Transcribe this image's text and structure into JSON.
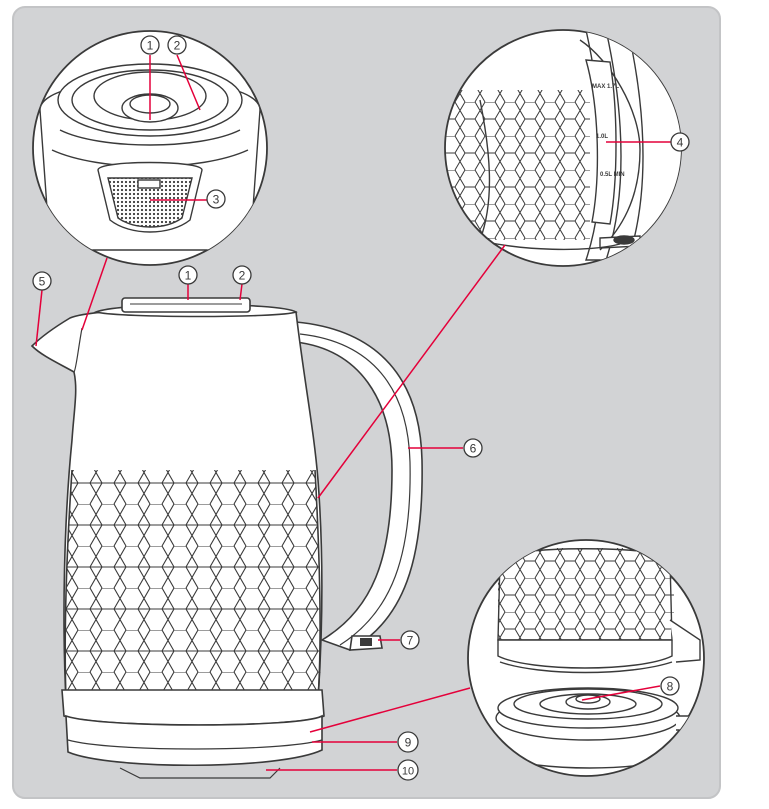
{
  "diagram": {
    "colors": {
      "panel": "#d2d3d5",
      "panel_border": "#c3c4c6",
      "line": "#3a3a3a",
      "leader": "#e4003a",
      "white": "#ffffff"
    },
    "callouts": [
      {
        "id": "1",
        "part": "lid"
      },
      {
        "id": "2",
        "part": "lid-rim"
      },
      {
        "id": "3",
        "part": "spout-filter"
      },
      {
        "id": "4",
        "part": "water-level-window"
      },
      {
        "id": "5",
        "part": "spout"
      },
      {
        "id": "6",
        "part": "handle"
      },
      {
        "id": "7",
        "part": "power-switch"
      },
      {
        "id": "8",
        "part": "base-connector"
      },
      {
        "id": "9",
        "part": "kettle-body-base"
      },
      {
        "id": "10",
        "part": "power-base"
      }
    ],
    "gauge_marks": [
      "MAX 1.7L",
      "1.0L",
      "0.5L MIN"
    ]
  }
}
